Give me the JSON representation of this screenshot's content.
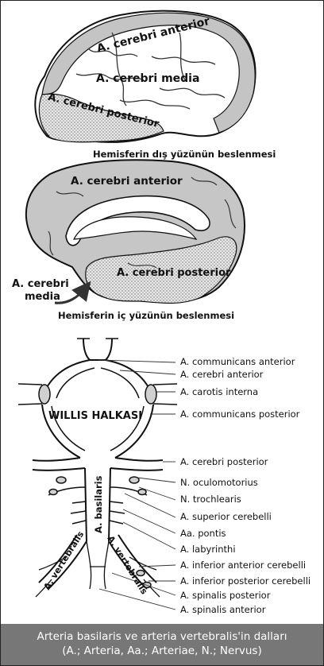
{
  "outer_view": {
    "region_anterior": "A. cerebri anterior",
    "region_media": "A. cerebri media",
    "region_posterior": "A. cerebri posterior",
    "caption": "Hemisferin dış yüzünün beslenmesi"
  },
  "inner_view": {
    "region_anterior": "A. cerebri anterior",
    "region_posterior": "A. cerebri posterior",
    "media_label_line1": "A. cerebri",
    "media_label_line2": "media",
    "caption": "Hemisferin iç yüzünün beslenmesi"
  },
  "willis": {
    "center_label": "WILLIS HALKASI",
    "basilaris_label": "A. basilaris",
    "vertebralis_left": "A. vertebralis",
    "vertebralis_right": "A. vertebralis",
    "labels": [
      "A. communicans anterior",
      "A. cerebri anterior",
      "A. carotis interna",
      "A. communicans posterior",
      "A. cerebri posterior",
      "N. oculomotorius",
      "N. trochlearis",
      "A. superior cerebelli",
      "Aa. pontis",
      "A. labyrinthi",
      "A. inferior anterior cerebelli",
      "A. inferior posterior cerebelli",
      "A. spinalis posterior",
      "A. spinalis anterior"
    ]
  },
  "footer": {
    "line1": "Arteria basilaris ve arteria vertebralis'in dalları",
    "line2": "(A.; Arteria, Aa.; Arteriae, N.; Nervus)"
  },
  "colors": {
    "region_fill": "#c8c8c8",
    "stipple_fill": "#e6e6e6",
    "line": "#111111",
    "footer_bg": "#777777"
  }
}
